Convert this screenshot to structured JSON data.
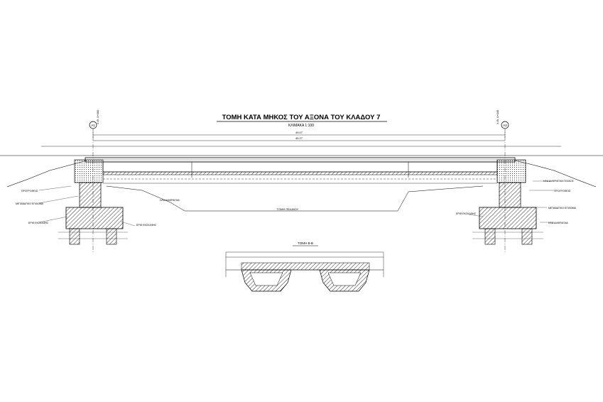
{
  "title": "ΤΟΜΗ ΚΑΤΑ ΜΗΚΟΣ ΤΟΥ ΑΞΟΝΑ ΤΟΥ ΚΛΑΔΟΥ 7",
  "scale": "ΚΛΙΜΑΚΑ 1:100",
  "axis_left": "Α1",
  "axis_right": "Α2",
  "dim_total": "49.07",
  "dim_inner": "45.27",
  "bed_label": "ΤΟΜΗ ΠΕΔΙΝΟΥ",
  "section_label": "ΤΟΜΗ Β-Β",
  "left_labels": [
    "ΠΡΟΓΡΟΦΕΙΟ",
    "ΜΕΤΑΒΑΤΙΚΟ ΕΠΙΧΩΜΑ",
    "ΕΡΙΘ ΕΚΣΚΑΦΗΣ",
    "ΕΡΙΘ ΕΚΣΚΑΦΗΣ"
  ],
  "right_labels": [
    "ΗΛΑ ΔΙΑΦΡΑΓΜΑ ΠΛΑΚΟΣ",
    "ΠΡΟΓΡΟΦΕΙΟ",
    "ΜΕΤΑΒΑΤΙΚΟ ΕΠΙΧΩΜΑ",
    "ΕΡΙΘ ΕΚΣΚΑΦΗΣ",
    "ΗΛΑ ΔΙΑΦΡΑΓΜΑ"
  ],
  "mid_label": "ΗΛΑ ΔΙΑΦΡΑΓΜΑ"
}
